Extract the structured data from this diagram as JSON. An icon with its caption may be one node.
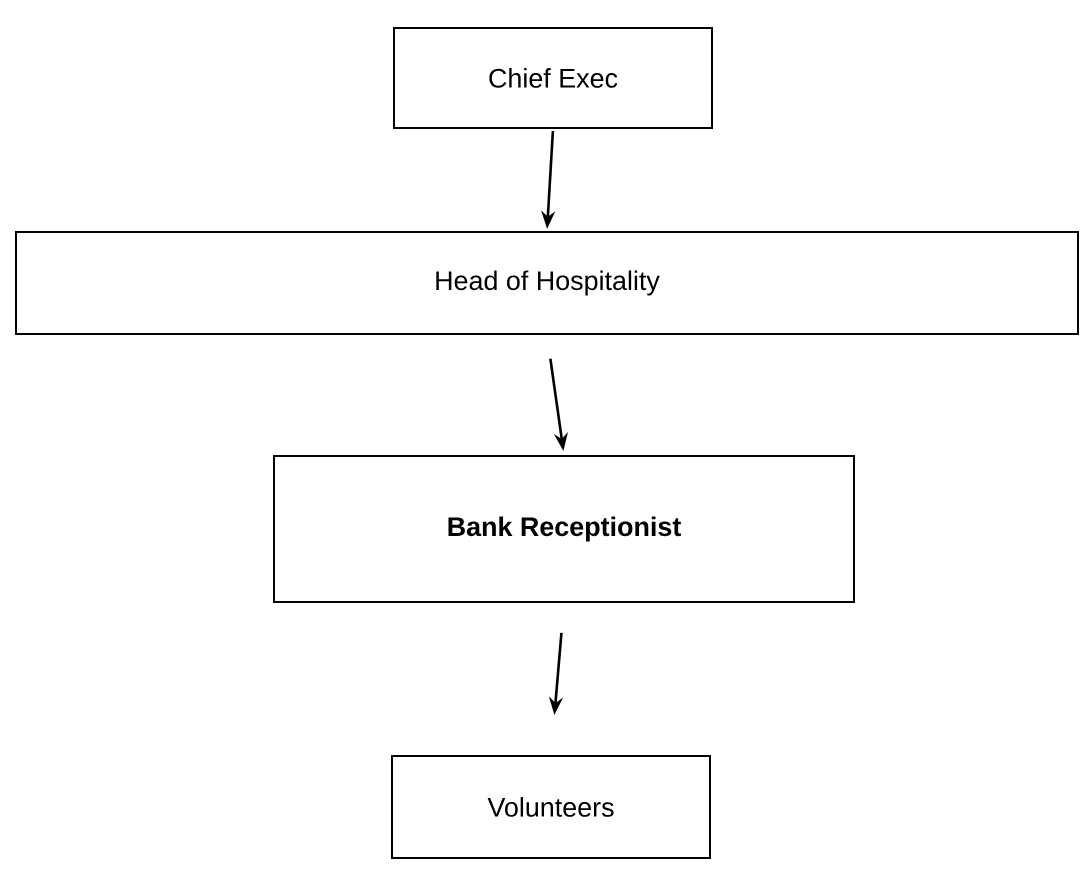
{
  "diagram": {
    "nodes": [
      {
        "text": [
          "Chief Exec"
        ]
      },
      {
        "text": [
          "Head of Hospitality"
        ]
      },
      {
        "text": [
          "Bank Receptionist"
        ]
      },
      {
        "text": [
          "Volunteers"
        ]
      }
    ],
    "edges": [
      {
        "from": 0,
        "to": 1,
        "arrow": "to"
      },
      {
        "from": 1,
        "to": 2,
        "arrow": "to"
      },
      {
        "from": 2,
        "to": 3,
        "arrow": "to"
      }
    ]
  }
}
